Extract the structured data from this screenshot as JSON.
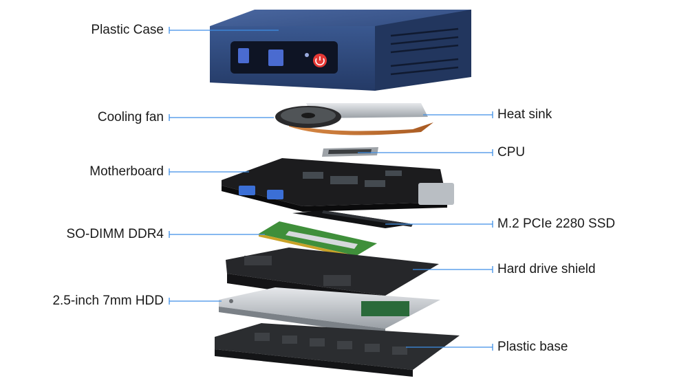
{
  "labels": {
    "plastic_case": "Plastic Case",
    "cooling_fan": "Cooling fan",
    "motherboard": "Motherboard",
    "so_dimm": "SO-DIMM DDR4",
    "hdd": "2.5-inch 7mm HDD",
    "heat_sink": "Heat sink",
    "cpu": "CPU",
    "ssd": "M.2 PCIe 2280 SSD",
    "hdd_shield": "Hard drive shield",
    "plastic_base": "Plastic base"
  },
  "colors": {
    "leader_line": "#3d8ee6",
    "case_blue": "#2f4e86",
    "power_button": "#e53935",
    "pcb": "#1c1c1e",
    "ram_green": "#3f8f3a",
    "copper": "#c8783a"
  },
  "icons": [
    "power-icon",
    "usb-port-icon"
  ]
}
